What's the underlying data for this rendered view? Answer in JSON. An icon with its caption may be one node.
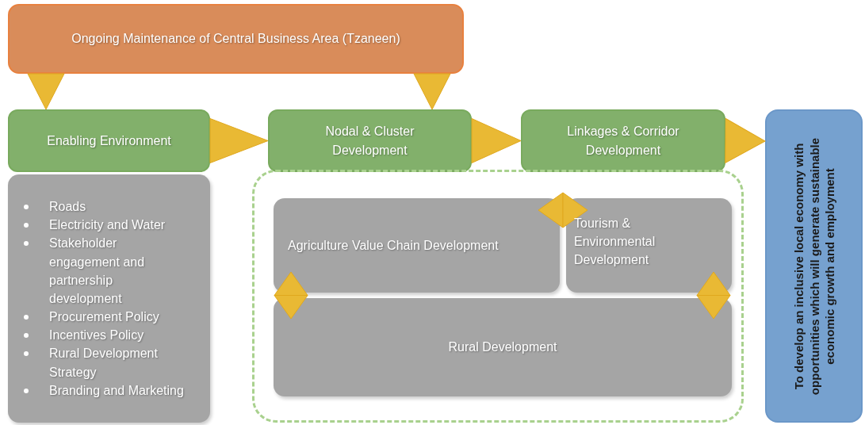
{
  "diagram": {
    "nodes": [
      {
        "text": [
          "Ongoing Maintenance of Central Business Area (Tzaneen)"
        ]
      },
      {
        "text": [
          "Enabling Environment"
        ]
      },
      {
        "text": [
          "Roads",
          "Electricity and Water",
          "Stakeholder engagement and partnership development",
          "Procurement Policy",
          "Incentives Policy",
          "Rural Development Strategy",
          "Branding and Marketing"
        ]
      },
      {
        "text": [
          "Nodal & Cluster Development"
        ]
      },
      {
        "text": [
          "Linkages & Corridor Development"
        ]
      },
      {
        "text": [
          "To develop an inclusive local economy with opportunities which will generate sustainable economic growth and employment"
        ]
      },
      {
        "text": [],
        "shape": "box"
      },
      {
        "text": [
          "Agriculture Value Chain Development"
        ],
        "in": 6
      },
      {
        "text": [
          "Tourism & Environmental Development"
        ],
        "in": 6
      },
      {
        "text": [
          "Rural Development"
        ],
        "in": 6
      }
    ],
    "edges": [
      {
        "from": 0,
        "to": 1,
        "arrow": "to"
      },
      {
        "from": 0,
        "to": 3,
        "arrow": "to"
      },
      {
        "from": 1,
        "to": 3,
        "arrow": "to"
      },
      {
        "from": 3,
        "to": 4,
        "arrow": "to"
      },
      {
        "from": 4,
        "to": 5,
        "arrow": "to"
      },
      {
        "from": 7,
        "to": 8,
        "arrow": "both"
      },
      {
        "from": 7,
        "to": 9,
        "arrow": "both"
      },
      {
        "from": 8,
        "to": 9,
        "arrow": "both"
      }
    ]
  }
}
